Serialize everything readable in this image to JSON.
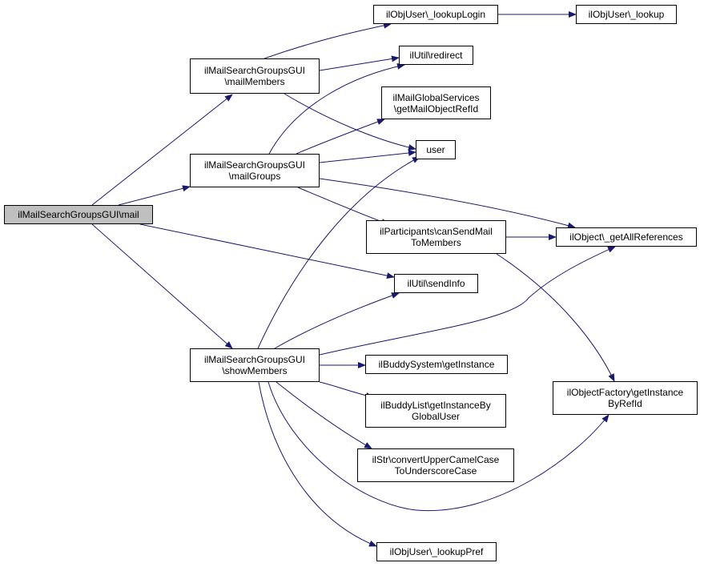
{
  "colors": {
    "edge": "#191970",
    "border": "#000000",
    "root_fill": "#bfbfbf",
    "fill": "#ffffff"
  },
  "nodes": {
    "root": {
      "lines": [
        "ilMailSearchGroupsGUI\\mail"
      ]
    },
    "mailMembers": {
      "lines": [
        "ilMailSearchGroupsGUI",
        "\\mailMembers"
      ]
    },
    "mailGroups": {
      "lines": [
        "ilMailSearchGroupsGUI",
        "\\mailGroups"
      ]
    },
    "showMembers": {
      "lines": [
        "ilMailSearchGroupsGUI",
        "\\showMembers"
      ]
    },
    "lookupLogin": {
      "lines": [
        "ilObjUser\\_lookupLogin"
      ]
    },
    "lookup": {
      "lines": [
        "ilObjUser\\_lookup"
      ]
    },
    "redirect": {
      "lines": [
        "ilUtil\\redirect"
      ]
    },
    "getMailObjectRefId": {
      "lines": [
        "ilMailGlobalServices",
        "\\getMailObjectRefId"
      ]
    },
    "user": {
      "lines": [
        "user"
      ]
    },
    "canSendMail": {
      "lines": [
        "ilParticipants\\canSendMail",
        "ToMembers"
      ]
    },
    "getAllReferences": {
      "lines": [
        "ilObject\\_getAllReferences"
      ]
    },
    "sendInfo": {
      "lines": [
        "ilUtil\\sendInfo"
      ]
    },
    "buddyGetInstance": {
      "lines": [
        "ilBuddySystem\\getInstance"
      ]
    },
    "buddyListGetInstance": {
      "lines": [
        "ilBuddyList\\getInstanceBy",
        "GlobalUser"
      ]
    },
    "convertCase": {
      "lines": [
        "ilStr\\convertUpperCamelCase",
        "ToUnderscoreCase"
      ]
    },
    "getInstanceByRefId": {
      "lines": [
        "ilObjectFactory\\getInstance",
        "ByRefId"
      ]
    },
    "lookupPref": {
      "lines": [
        "ilObjUser\\_lookupPref"
      ]
    }
  }
}
